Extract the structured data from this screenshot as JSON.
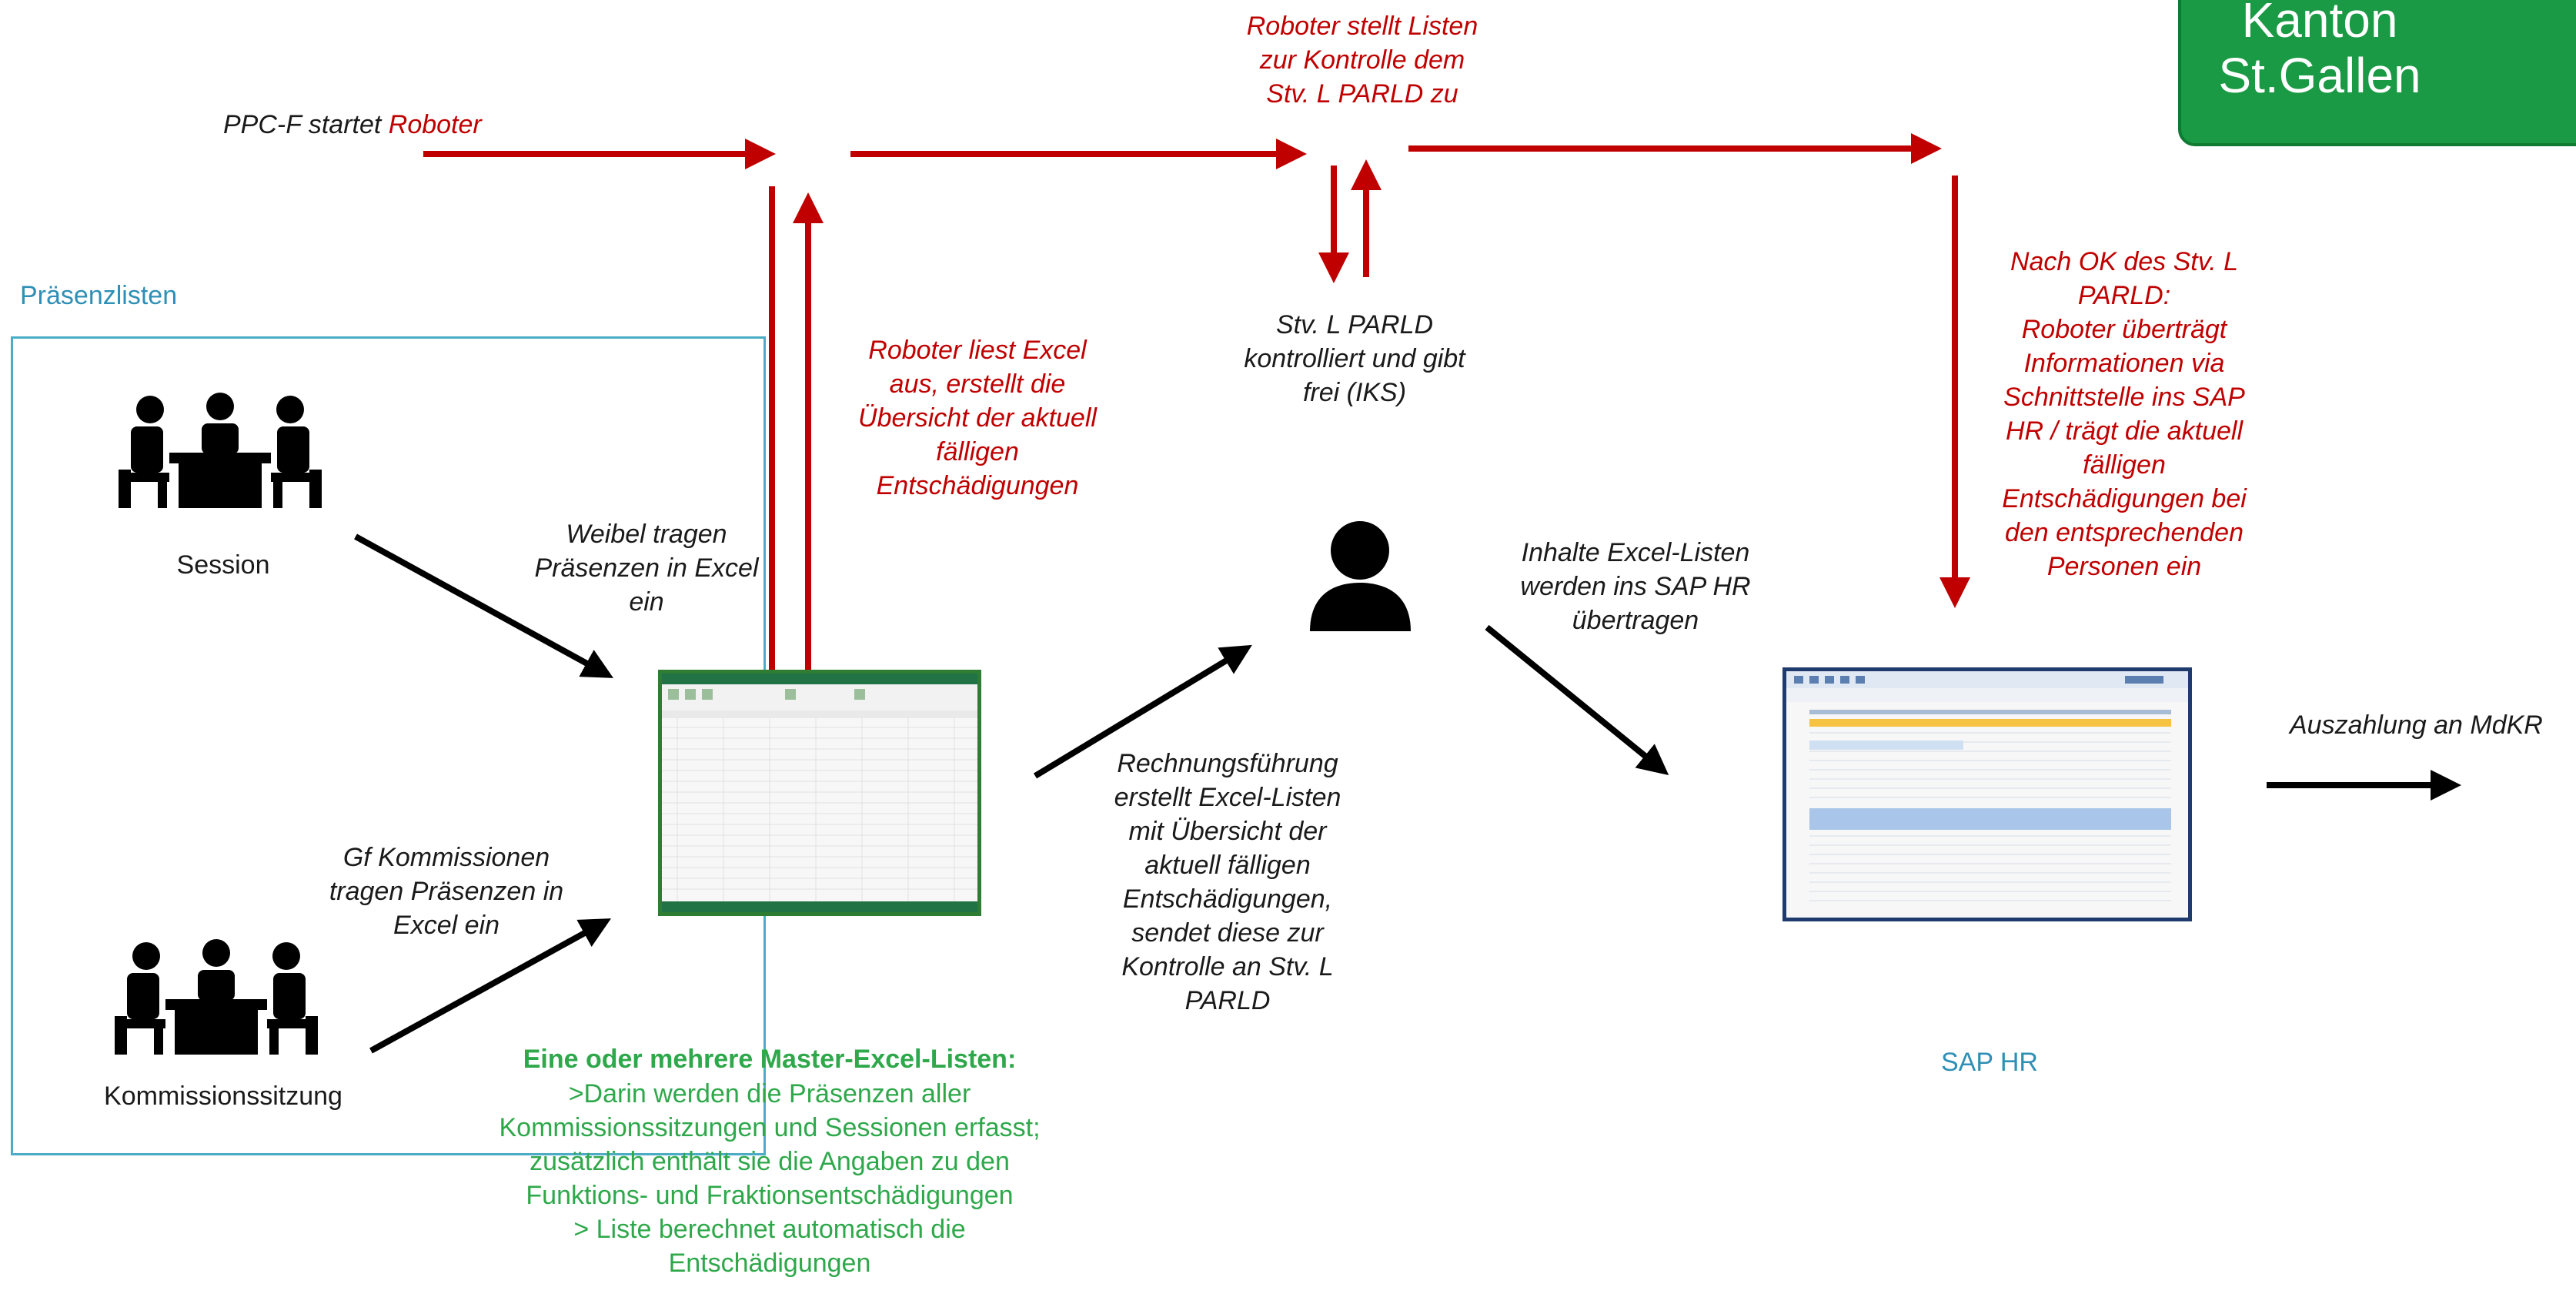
{
  "logo": {
    "line1": "Kanton",
    "line2": "St.Gallen",
    "bg_color": "#1a9a44"
  },
  "labels": {
    "start": {
      "prefix": "PPC-F startet ",
      "actor": "Roboter"
    },
    "roboter_lists": "Roboter stellt Listen\nzur Kontrolle dem\nStv. L PARLD zu",
    "praesenzlisten": "Präsenzlisten",
    "session": "Session",
    "kommissionssitzung": "Kommissionssitzung",
    "weibel": "Weibel tragen\nPräsenzen in Excel\nein",
    "gf_kommissionen": "Gf Kommissionen\ntragen Präsenzen in\nExcel ein",
    "roboter_reads": "Roboter liest Excel\naus, erstellt die\nÜbersicht der aktuell\nfälligen\nEntschädigungen",
    "stv_controls": "Stv. L PARLD\nkontrolliert und gibt\nfrei (IKS)",
    "inhalte": "Inhalte Excel-Listen\nwerden ins SAP HR\nübertragen",
    "rechnung": "Rechnungsführung\nerstellt Excel-Listen\nmit Übersicht der\naktuell fälligen\nEntschädigungen,\nsendet diese zur\nKontrolle an Stv. L\nPARLD",
    "nach_ok": "Nach OK des Stv. L\nPARLD:\nRoboter überträgt\nInformationen via\nSchnittstelle ins SAP\nHR / trägt die aktuell\nfälligen\nEntschädigungen bei\nden entsprechenden\nPersonen ein",
    "auszahlung": "Auszahlung an MdKR",
    "sap_hr": "SAP HR",
    "master_title": "Eine oder mehrere Master-Excel-Listen:",
    "master_body": ">Darin werden die Präsenzen aller\nKommissionssitzungen und Sessionen erfasst;\nzusätzlich enthält sie die Angaben zu den\nFunktions- und Fraktionsentschädigungen\n> Liste berechnet automatisch die\nEntschädigungen"
  },
  "icons": [
    "meeting-people-icon",
    "person-silhouette-icon",
    "excel-window-icon",
    "sap-window-icon"
  ],
  "colors": {
    "red": "#c00000",
    "green": "#2ea84a",
    "blue": "#2f8fb5",
    "black": "#1a1a1a"
  }
}
